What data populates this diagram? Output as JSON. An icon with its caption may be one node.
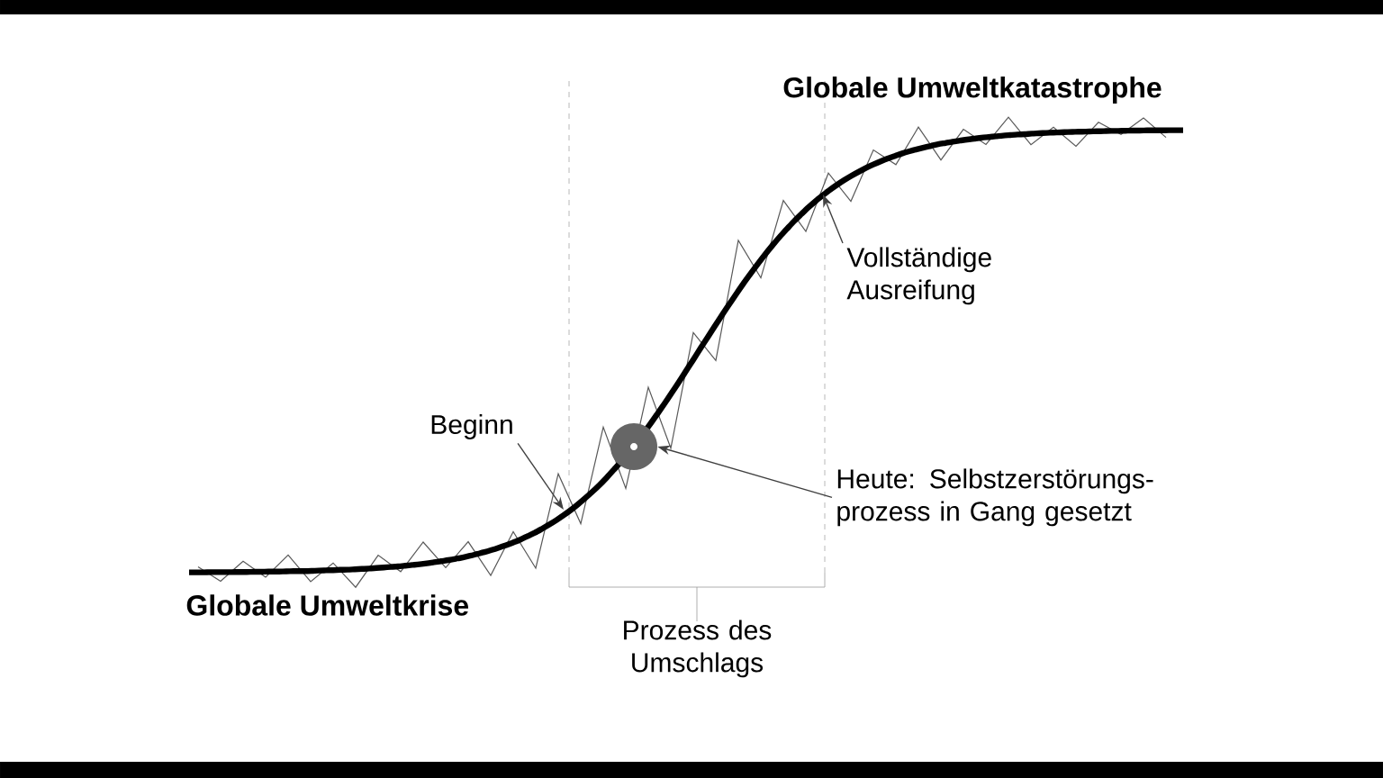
{
  "diagram": {
    "nodes": [
      {
        "text": [
          "Beginn"
        ]
      },
      {
        "text": [
          "Heute: Selbstzerstörungs-prozess in Gang gesetzt"
        ]
      },
      {
        "text": [
          "Vollständige Ausreifung"
        ]
      },
      {
        "text": [],
        "shape": "circle"
      }
    ],
    "edges": [
      {
        "from": 0,
        "to": null,
        "arrow": "to"
      },
      {
        "from": 1,
        "to": 3,
        "arrow": "to"
      },
      {
        "from": 2,
        "to": null,
        "arrow": "to"
      }
    ],
    "labels": [
      "Globale Umweltkatastrophe",
      "Globale Umweltkrise",
      "Prozess des Umschlags"
    ]
  }
}
